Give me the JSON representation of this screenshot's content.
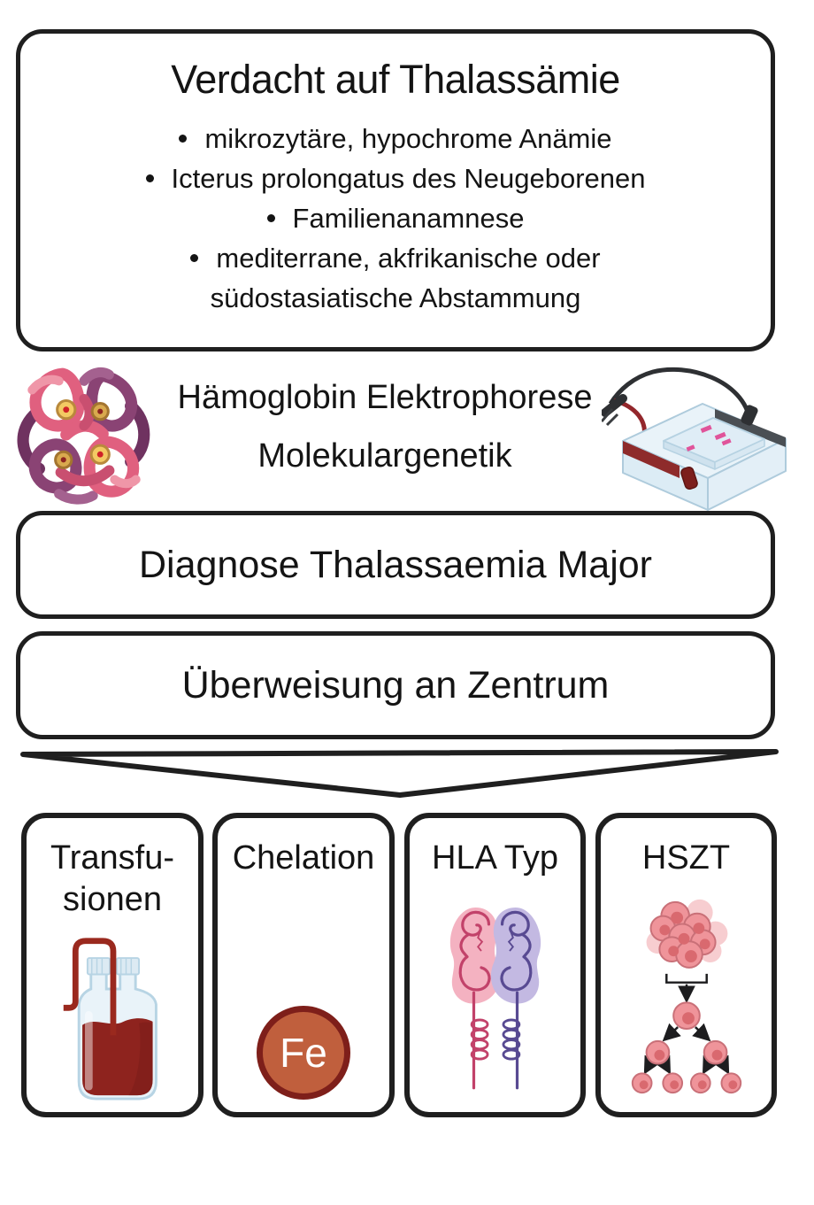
{
  "suspicion_box": {
    "title": "Verdacht auf Thalassämie",
    "bullets": [
      {
        "text": "mikrozytäre, hypochrome Anämie",
        "has_dot": true
      },
      {
        "text": "Icterus prolongatus des Neugeborenen",
        "has_dot": true
      },
      {
        "text": "Familienanamnese",
        "has_dot": true
      },
      {
        "text": "mediterrane, akfrikanische oder",
        "has_dot": true
      },
      {
        "text": "südostasiatische Abstammung",
        "has_dot": false
      }
    ]
  },
  "diagnostics": {
    "line1": "Hämoglobin Elektrophorese",
    "line2": "Molekulargenetik"
  },
  "diagnosis_box": {
    "label": "Diagnose Thalassaemia Major"
  },
  "referral_box": {
    "label": "Überweisung an Zentrum"
  },
  "treatments": [
    {
      "label_line1": "Transfu-",
      "label_line2": "sionen"
    },
    {
      "label_line1": "Chelation",
      "badge": "Fe"
    },
    {
      "label_line1": "HLA Typ"
    },
    {
      "label_line1": "HSZT"
    }
  ],
  "icons": {
    "left_of_diagnostics": "hemoglobin-molecule-icon",
    "right_of_diagnostics": "gel-electrophoresis-icon",
    "between_referral_and_treatments": "funnel-arrow",
    "transfusion": "blood-bottle-icon",
    "chelation": "iron-fe-icon",
    "hla": "hla-molecules-icon",
    "hszt": "stem-cell-differentiation-icon"
  },
  "colors": {
    "outline": "#1f1f1f",
    "text": "#141414",
    "blood_red": "#8e231e",
    "tube_red": "#9a291e",
    "fe_fill": "#c05f3d",
    "fe_border": "#7e1f1a",
    "hb_pink": "#e0607f",
    "hb_purple": "#8a4374",
    "heme_gold": "#f3c963",
    "heme_center_red": "#cf2127",
    "hla_pink_line": "#c2426a",
    "hla_pink_fill": "#f4b2c1",
    "hla_purple_line": "#584a92",
    "hla_purple_fill": "#c3b9e2",
    "cell_pink": "#ef949a",
    "cell_nucleus": "#d9696f",
    "tank_blue": "#e9f3f9",
    "gel_band_pink": "#e0549a",
    "electrode_red": "#8e2b2b",
    "electrode_gray": "#4a4f54"
  }
}
